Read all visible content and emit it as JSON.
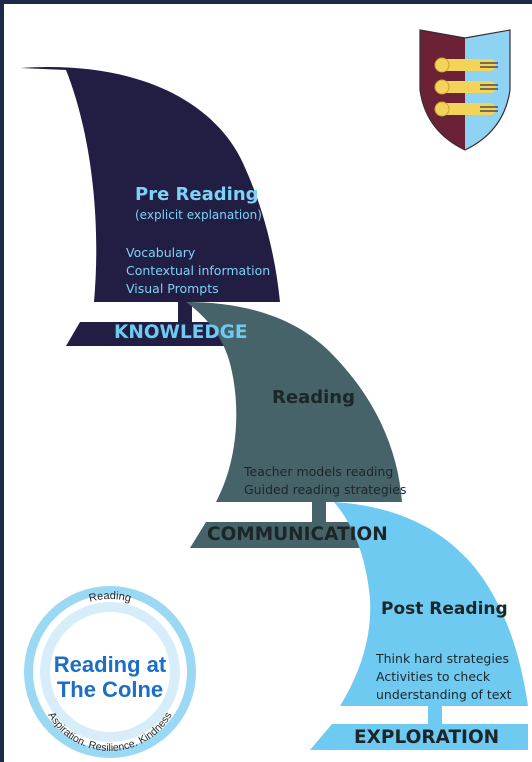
{
  "sections": [
    {
      "title": "Pre Reading",
      "subtitle": "(explicit explanation)",
      "items": [
        "Vocabulary",
        "Contextual information",
        "Visual Prompts"
      ],
      "label": "KNOWLEDGE"
    },
    {
      "title": "Reading",
      "items": [
        "Teacher models reading",
        "Guided reading strategies"
      ],
      "label": "COMMUNICATION"
    },
    {
      "title": "Post Reading",
      "items": [
        "Think hard strategies",
        "Activities to check",
        "understanding of text"
      ],
      "label": "EXPLORATION"
    }
  ],
  "badge": {
    "title_line1": "Reading at",
    "title_line2": "The Colne",
    "ring_top": "Reading",
    "ring_bottom": "Aspiration. Resilience. Kindness"
  },
  "colors": {
    "navy": "#221d43",
    "slate": "#46636a",
    "sky": "#6fcaf2",
    "light_blue_text": "#7ed2f6",
    "dark_text": "#1c2628",
    "badge_blue": "#1c6fc4",
    "crest_maroon": "#6b2136",
    "crest_blue": "#8fd3f2"
  },
  "icons": [
    "school-crest-icon",
    "lion-icon"
  ]
}
